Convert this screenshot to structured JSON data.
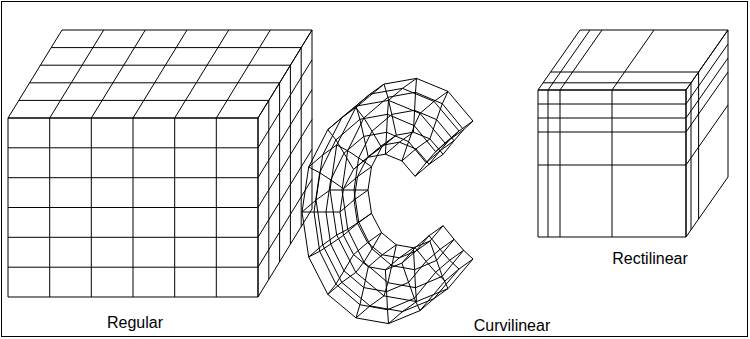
{
  "diagram": {
    "labels": [
      "Regular",
      "Curvilinear",
      "Rectilinear"
    ]
  }
}
